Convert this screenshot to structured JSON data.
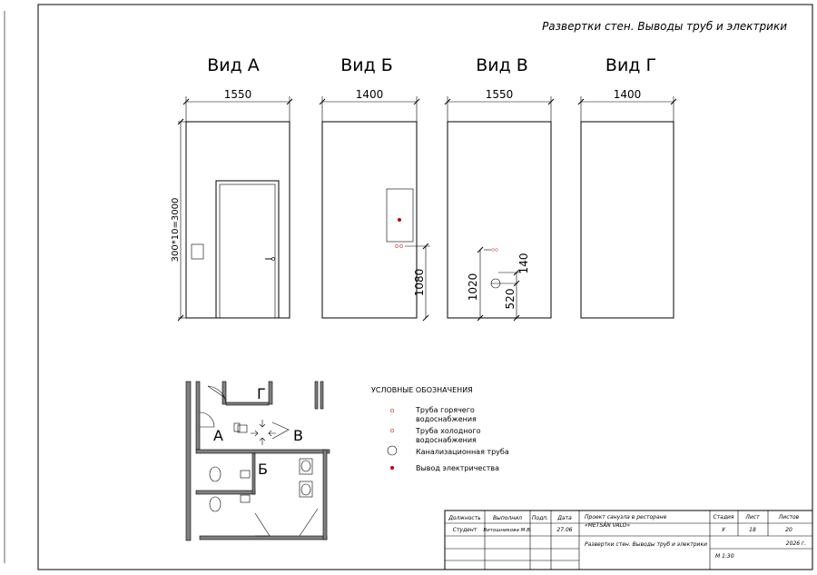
{
  "sheet_title": "Развертки стен. Выводы труб и электрики",
  "views": [
    {
      "title": "Вид А",
      "width_dim": "1550"
    },
    {
      "title": "Вид Б",
      "width_dim": "1400"
    },
    {
      "title": "Вид В",
      "width_dim": "1550"
    },
    {
      "title": "Вид Г",
      "width_dim": "1400"
    }
  ],
  "dims": {
    "height": "300*10=3000",
    "b_outlet": "1080",
    "v_1020": "1020",
    "v_520": "520",
    "v_140": "140"
  },
  "plan_labels": {
    "a": "А",
    "b": "Б",
    "v": "В",
    "g": "Г"
  },
  "legend": {
    "title": "УСЛОВНЫЕ ОБОЗНАЧЕНИЯ",
    "items": [
      {
        "label_1": "Труба горячего",
        "label_2": "водоснабжения",
        "symbol": "hot-water-pipe",
        "color": "#c0392b"
      },
      {
        "label_1": "Труба холодного",
        "label_2": "водоснабжения",
        "symbol": "cold-water-pipe",
        "color": "#c0392b"
      },
      {
        "label_1": "Канализационная труба",
        "label_2": "",
        "symbol": "sewer-pipe",
        "color": "#000000"
      },
      {
        "label_1": "Вывод электричества",
        "label_2": "",
        "symbol": "electric-outlet",
        "color": "#c00000"
      }
    ]
  },
  "title_block": {
    "h_dolzhnost": "Должность",
    "h_vypolnil": "Выполнил",
    "h_podp": "Подп.",
    "h_data": "Дата",
    "role": "Студент",
    "author": "Витошникова М.В.",
    "date": "27.06",
    "project_1": "Проект санузла в ресторане",
    "project_2": "«METSÄN VALO»",
    "h_stadiya": "Стадия",
    "h_list": "Лист",
    "h_listov": "Листов",
    "stage": "У",
    "sheet_no": "18",
    "sheets_total": "20",
    "sheet_name": "Развертки стен. Выводы труб и электрики",
    "year": "2026 г.",
    "scale": "М 1:30"
  }
}
